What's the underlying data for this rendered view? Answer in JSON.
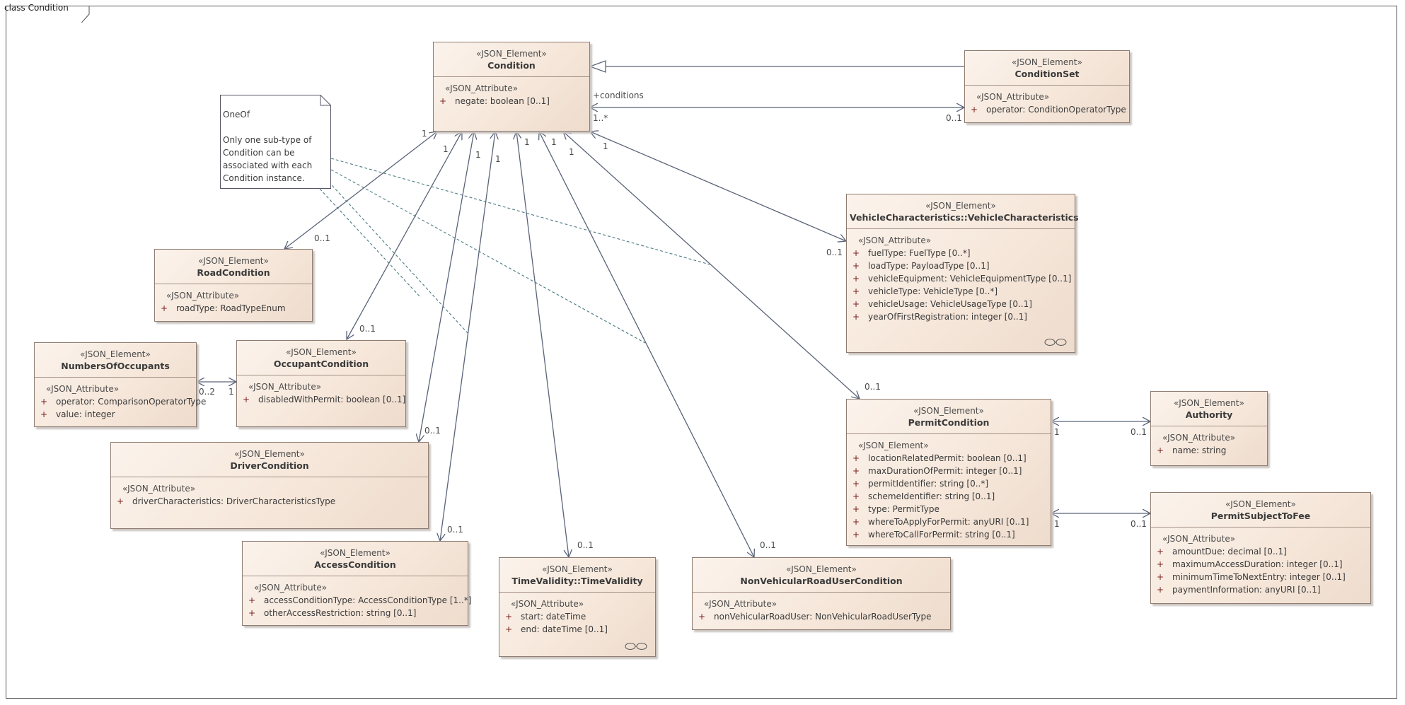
{
  "frame": {
    "title": "class Condition"
  },
  "note": {
    "title": "OneOf",
    "lines": [
      "Only one sub-type of",
      "Condition can be",
      "associated with each",
      "Condition instance."
    ]
  },
  "classes": {
    "condition": {
      "stereotype": "«JSON_Element»",
      "name": "Condition",
      "attr_stereotype": "«JSON_Attribute»",
      "attrs": [
        {
          "vis": "+",
          "text": "negate: boolean [0..1]"
        }
      ]
    },
    "condition_set": {
      "stereotype": "«JSON_Element»",
      "name": "ConditionSet",
      "attr_stereotype": "«JSON_Attribute»",
      "attrs": [
        {
          "vis": "+",
          "text": "operator: ConditionOperatorType"
        }
      ]
    },
    "vehicle_characteristics": {
      "stereotype": "«JSON_Element»",
      "name": "VehicleCharacteristics::VehicleCharacteristics",
      "attr_stereotype": "«JSON_Attribute»",
      "attrs": [
        {
          "vis": "+",
          "text": "fuelType: FuelType [0..*]"
        },
        {
          "vis": "+",
          "text": "loadType: PayloadType [0..1]"
        },
        {
          "vis": "+",
          "text": "vehicleEquipment: VehicleEquipmentType [0..1]"
        },
        {
          "vis": "+",
          "text": "vehicleType: VehicleType [0..*]"
        },
        {
          "vis": "+",
          "text": "vehicleUsage: VehicleUsageType [0..1]"
        },
        {
          "vis": "+",
          "text": "yearOfFirstRegistration: integer [0..1]"
        }
      ]
    },
    "road_condition": {
      "stereotype": "«JSON_Element»",
      "name": "RoadCondition",
      "attr_stereotype": "«JSON_Attribute»",
      "attrs": [
        {
          "vis": "+",
          "text": "roadType: RoadTypeEnum"
        }
      ]
    },
    "numbers_of_occupants": {
      "stereotype": "«JSON_Element»",
      "name": "NumbersOfOccupants",
      "attr_stereotype": "«JSON_Attribute»",
      "attrs": [
        {
          "vis": "+",
          "text": "operator: ComparisonOperatorType"
        },
        {
          "vis": "+",
          "text": "value: integer"
        }
      ]
    },
    "occupant_condition": {
      "stereotype": "«JSON_Element»",
      "name": "OccupantCondition",
      "attr_stereotype": "«JSON_Attribute»",
      "attrs": [
        {
          "vis": "+",
          "text": "disabledWithPermit: boolean [0..1]"
        }
      ]
    },
    "driver_condition": {
      "stereotype": "«JSON_Element»",
      "name": "DriverCondition",
      "attr_stereotype": "«JSON_Attribute»",
      "attrs": [
        {
          "vis": "+",
          "text": "driverCharacteristics: DriverCharacteristicsType"
        }
      ]
    },
    "access_condition": {
      "stereotype": "«JSON_Element»",
      "name": "AccessCondition",
      "attr_stereotype": "«JSON_Attribute»",
      "attrs": [
        {
          "vis": "+",
          "text": "accessConditionType: AccessConditionType [1..*]"
        },
        {
          "vis": "+",
          "text": "otherAccessRestriction: string [0..1]"
        }
      ]
    },
    "time_validity": {
      "stereotype": "«JSON_Element»",
      "name": "TimeValidity::TimeValidity",
      "attr_stereotype": "«JSON_Attribute»",
      "attrs": [
        {
          "vis": "+",
          "text": "start: dateTime"
        },
        {
          "vis": "+",
          "text": "end: dateTime [0..1]"
        }
      ]
    },
    "non_vehicular": {
      "stereotype": "«JSON_Element»",
      "name": "NonVehicularRoadUserCondition",
      "attr_stereotype": "«JSON_Attribute»",
      "attrs": [
        {
          "vis": "+",
          "text": "nonVehicularRoadUser: NonVehicularRoadUserType"
        }
      ]
    },
    "permit_condition": {
      "stereotype": "«JSON_Element»",
      "name": "PermitCondition",
      "attr_stereotype": "«JSON_Element»",
      "attrs": [
        {
          "vis": "+",
          "text": "locationRelatedPermit: boolean [0..1]"
        },
        {
          "vis": "+",
          "text": "maxDurationOfPermit: integer [0..1]"
        },
        {
          "vis": "+",
          "text": "permitIdentifier: string [0..*]"
        },
        {
          "vis": "+",
          "text": "schemeIdentifier: string [0..1]"
        },
        {
          "vis": "+",
          "text": "type: PermitType"
        },
        {
          "vis": "+",
          "text": "whereToApplyForPermit: anyURI [0..1]"
        },
        {
          "vis": "+",
          "text": "whereToCallForPermit: string [0..1]"
        }
      ]
    },
    "authority": {
      "stereotype": "«JSON_Element»",
      "name": "Authority",
      "attr_stereotype": "«JSON_Attribute»",
      "attrs": [
        {
          "vis": "+",
          "text": "name: string"
        }
      ]
    },
    "permit_subject_to_fee": {
      "stereotype": "«JSON_Element»",
      "name": "PermitSubjectToFee",
      "attr_stereotype": "«JSON_Attribute»",
      "attrs": [
        {
          "vis": "+",
          "text": "amountDue: decimal [0..1]"
        },
        {
          "vis": "+",
          "text": "maximumAccessDuration: integer [0..1]"
        },
        {
          "vis": "+",
          "text": "minimumTimeToNextEntry: integer [0..1]"
        },
        {
          "vis": "+",
          "text": "paymentInformation: anyURI [0..1]"
        }
      ]
    }
  },
  "labels": {
    "conditions_role": "+conditions",
    "m_cs_src": "1..*",
    "m_cs_dst": "0..1",
    "m_road_src": "1",
    "m_road_dst": "0..1",
    "m_occ_src": "1",
    "m_occ_dst": "0..1",
    "m_drv_src": "1",
    "m_drv_dst": "0..1",
    "m_acc_src": "1",
    "m_acc_dst": "0..1",
    "m_tv_src": "1",
    "m_tv_dst": "0..1",
    "m_nv_src": "1",
    "m_nv_dst": "0..1",
    "m_perm_src": "1",
    "m_perm_dst": "0..1",
    "m_vc_src": "1",
    "m_vc_dst": "0..1",
    "m_num_src": "0..2",
    "m_num_dst": "1",
    "m_auth_src": "1",
    "m_auth_dst": "0..1",
    "m_fee_src": "1",
    "m_fee_dst": "0..1"
  },
  "colors": {
    "line": "#5a6378",
    "note_link": "#4a7a82",
    "class_border": "#8f7d72"
  }
}
